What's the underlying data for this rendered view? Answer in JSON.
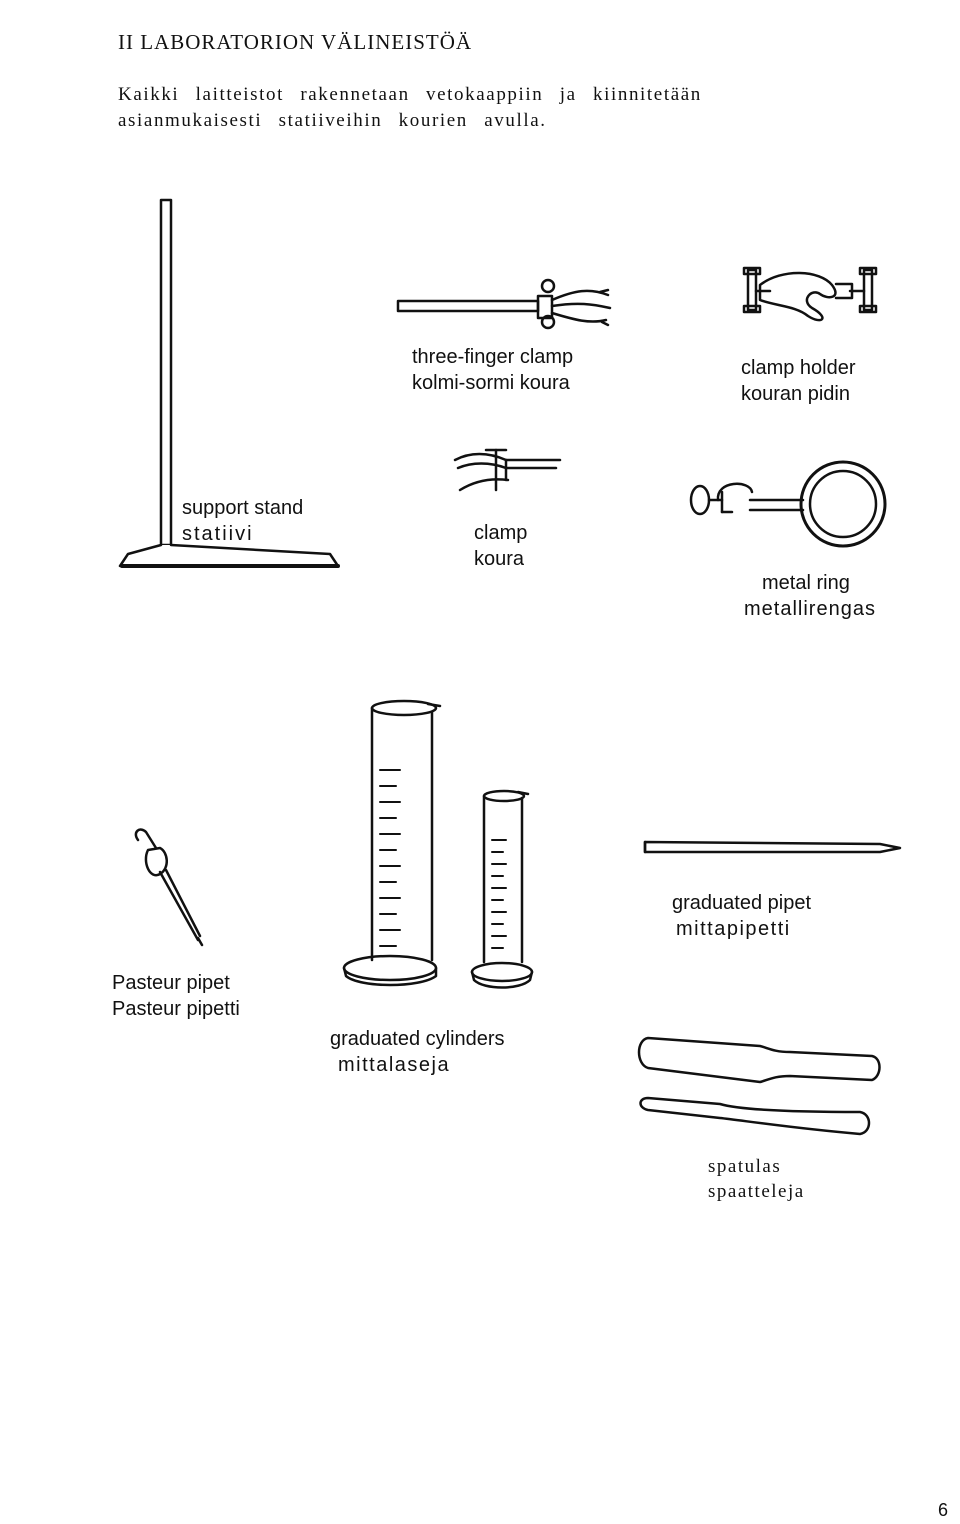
{
  "heading": "II   LABORATORION VÄLINEISTÖÄ",
  "intro": {
    "line1": "Kaikki laitteistot rakennetaan vetokaappiin ja kiinnitetään",
    "line2": "asianmukaisesti statiiveihin kourien avulla."
  },
  "items": {
    "support_stand": {
      "en": "support stand",
      "fi": "statiivi"
    },
    "three_finger_clamp": {
      "en": "three-finger clamp",
      "fi": "kolmi-sormi koura"
    },
    "clamp_holder": {
      "en": "clamp holder",
      "fi": "kouran pidin"
    },
    "clamp": {
      "en": "clamp",
      "fi": "koura"
    },
    "metal_ring": {
      "en": "metal ring",
      "fi": "metallirengas"
    },
    "pasteur_pipet": {
      "en": "Pasteur pipet",
      "fi": "Pasteur pipetti"
    },
    "graduated_cylinders": {
      "en": "graduated cylinders",
      "fi": "mittalaseja"
    },
    "graduated_pipet": {
      "en": "graduated pipet",
      "fi": "mittapipetti"
    },
    "spatulas": {
      "en": "spatulas",
      "fi": "spaatteleja"
    }
  },
  "page_number": "6"
}
